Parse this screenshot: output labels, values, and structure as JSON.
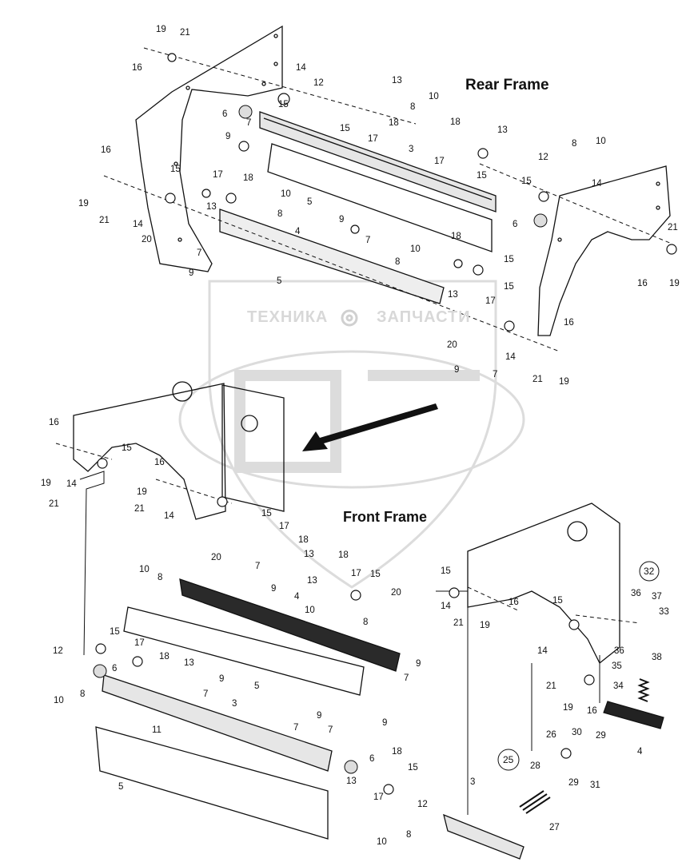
{
  "titles": {
    "rear": "Rear Frame",
    "front": "Front Frame"
  },
  "watermark": {
    "left": "ТЕХНИКА",
    "right": "ЗАПЧАСТИ"
  },
  "callouts": {
    "r1": "19",
    "r2": "21",
    "r3": "16",
    "r4": "14",
    "r5": "12",
    "r6": "13",
    "r7": "15",
    "r8": "6",
    "r9": "7",
    "r10": "15",
    "r11": "18",
    "r12": "8",
    "r13": "10",
    "r14": "17",
    "r15": "9",
    "r16": "3",
    "r17": "18",
    "r18": "13",
    "r19": "17",
    "r20": "15",
    "r21": "12",
    "r22": "8",
    "r23": "10",
    "r24": "16",
    "r25": "15",
    "r26": "17",
    "r27": "18",
    "r28": "10",
    "r29": "19",
    "r30": "21",
    "r31": "14",
    "r32": "13",
    "r33": "8",
    "r34": "5",
    "r35": "9",
    "r36": "7",
    "r37": "4",
    "r38": "15",
    "r39": "14",
    "r40": "6",
    "r41": "20",
    "r42": "7",
    "r43": "9",
    "r44": "5",
    "r45": "10",
    "r46": "18",
    "r47": "8",
    "r48": "13",
    "r49": "15",
    "r50": "21",
    "r51": "16",
    "r52": "19",
    "r53": "15",
    "r54": "17",
    "r55": "20",
    "r56": "14",
    "r57": "16",
    "r58": "9",
    "r59": "7",
    "r60": "21",
    "r61": "19",
    "f1": "16",
    "f2": "15",
    "f3": "19",
    "f4": "14",
    "f5": "21",
    "f6": "16",
    "f7": "19",
    "f8": "21",
    "f9": "14",
    "f10": "15",
    "f11": "17",
    "f12": "18",
    "f13": "20",
    "f14": "13",
    "f15": "10",
    "f16": "8",
    "f17": "7",
    "f18": "13",
    "f19": "9",
    "f20": "4",
    "f21": "18",
    "f22": "17",
    "f23": "15",
    "f24": "20",
    "f25": "10",
    "f26": "8",
    "f27": "9",
    "f28": "7",
    "f29": "15",
    "f30": "17",
    "f31": "18",
    "f32": "13",
    "f33": "12",
    "f34": "6",
    "f35": "10",
    "f36": "8",
    "f37": "9",
    "f38": "5",
    "f39": "7",
    "f40": "3",
    "f41": "9",
    "f42": "11",
    "f43": "7",
    "f44": "7",
    "f45": "9",
    "f46": "5",
    "f47": "6",
    "f48": "18",
    "f49": "15",
    "f50": "13",
    "f51": "17",
    "f52": "12",
    "f53": "10",
    "f54": "8",
    "s1": "15",
    "s2": "14",
    "s3": "21",
    "s4": "19",
    "s5": "16",
    "s6": "15",
    "s7": "14",
    "s8": "21",
    "s9": "19",
    "s10": "16",
    "s11": "36",
    "s12": "37",
    "s13": "33",
    "s14": "36",
    "s15": "38",
    "s16": "35",
    "s17": "34",
    "s18": "4",
    "s19": "26",
    "s20": "30",
    "s21": "29",
    "s22": "28",
    "s23": "31",
    "s24": "29",
    "s25": "3",
    "s26": "27"
  },
  "circled": {
    "c32": "32",
    "c25": "25"
  }
}
